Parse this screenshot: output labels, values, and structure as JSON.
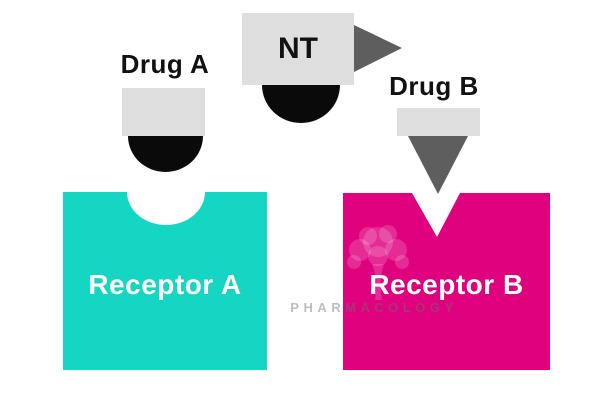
{
  "diagram": {
    "drug_a": {
      "label": "Drug A"
    },
    "nt": {
      "label": "NT"
    },
    "drug_b": {
      "label": "Drug B"
    },
    "receptor_a": {
      "label": "Receptor A"
    },
    "receptor_b": {
      "label": "Receptor B"
    },
    "watermark": {
      "text": "PHARMACOLOGY",
      "logo": "tree-icon"
    }
  },
  "colors": {
    "receptor_a_teal": "#14d6c3",
    "receptor_b_magenta": "#e0017f",
    "ligand_gray": "#dedede",
    "dark_gray": "#5e5e5e",
    "ligand_black": "#0a0a0a",
    "label_black": "#111111",
    "receptor_label_white": "#ffffff",
    "watermark_gray": "rgba(110,110,110,0.45)",
    "watermark_tree_tint": "rgba(255,255,255,0.17)"
  }
}
